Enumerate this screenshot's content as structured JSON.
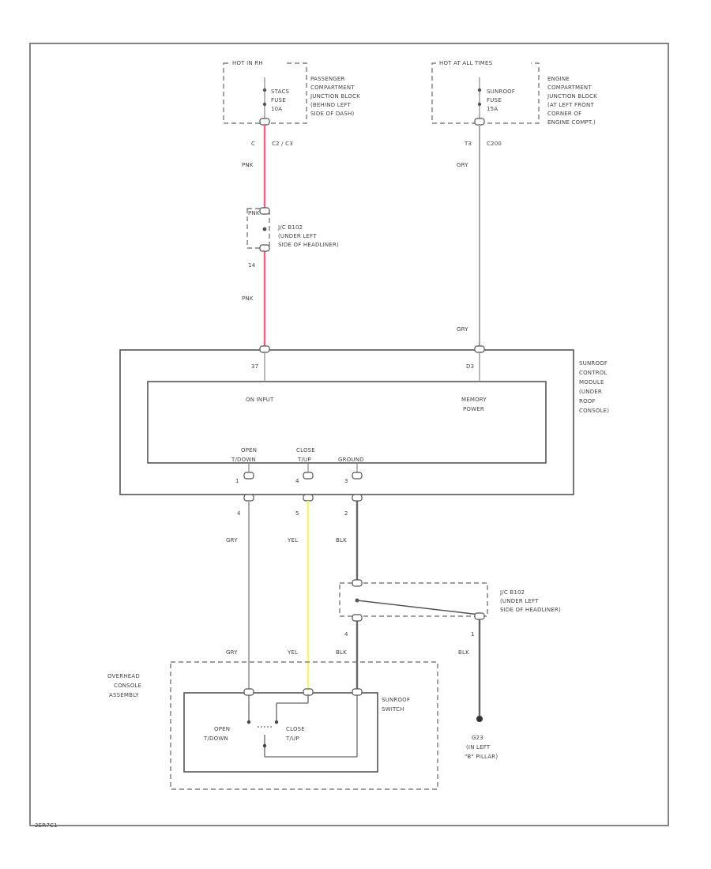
{
  "colors": {
    "pink_wire": "#ff5b8b",
    "yellow_wire": "#f6f66a",
    "gray_wire": "#aaaaaa",
    "black_wire": "#666666"
  },
  "fuse_left": {
    "hot": "HOT IN RH",
    "fuse": [
      "STACS",
      "FUSE",
      "10A"
    ],
    "location": [
      "PASSENGER",
      "COMPARTMENT",
      "JUNCTION BLOCK",
      "(BEHIND LEFT",
      "SIDE OF DASH)"
    ]
  },
  "fuse_right": {
    "hot": "HOT AT ALL TIMES",
    "fuse": [
      "SUNROOF",
      "FUSE",
      "15A"
    ],
    "location": [
      "ENGINE",
      "COMPARTMENT",
      "JUNCTION BLOCK",
      "(AT LEFT FRONT",
      "CORNER OF",
      "ENGINE COMPT.)"
    ]
  },
  "left_branch": {
    "pin_top": "C",
    "connector_top": "C2 / C3",
    "wire_upper": "PNK",
    "splice_name": "PNK",
    "splice": [
      "J/C B102",
      "(UNDER LEFT",
      "SIDE OF HEADLINER)"
    ],
    "pin_mid": "14",
    "wire_lower": "PNK"
  },
  "right_branch": {
    "pin_top": "T3",
    "connector_top": "C200",
    "wire_upper": "GRY",
    "wire_lower": "GRY"
  },
  "module": {
    "pin_left": "37",
    "pin_right": "D3",
    "input_left": "ON INPUT",
    "input_right": [
      "MEMORY",
      "POWER"
    ],
    "out_open": [
      "OPEN",
      "T/DOWN"
    ],
    "out_close": [
      "CLOSE",
      "T/UP"
    ],
    "out_ground": "GROUND",
    "pins_bottom": [
      "1",
      "4",
      "3"
    ],
    "name": [
      "SUNROOF",
      "CONTROL",
      "MODULE",
      "(UNDER",
      "ROOF",
      "CONSOLE)"
    ]
  },
  "lower_wires": {
    "pins": [
      "4",
      "5",
      "2"
    ],
    "labels": [
      "GRY",
      "YEL",
      "BLK"
    ],
    "labels_bottom": [
      "GRY",
      "YEL",
      "BLK"
    ]
  },
  "ground_splice": {
    "name": [
      "J/C B102",
      "(UNDER LEFT",
      "SIDE OF HEADLINER)"
    ],
    "pin_a": "4",
    "pin_b": "1",
    "wire": "BLK"
  },
  "console": {
    "name": [
      "OVERHEAD",
      "CONSOLE",
      "ASSEMBLY"
    ],
    "switch_name": [
      "SUNROOF",
      "SWITCH"
    ],
    "open_label": [
      "OPEN",
      "T/DOWN"
    ],
    "close_label": [
      "CLOSE",
      "T/UP"
    ]
  },
  "ground": [
    "G23",
    "(IN LEFT",
    "\"B\" PILLAR)"
  ],
  "figure_id": "2ER7C1"
}
